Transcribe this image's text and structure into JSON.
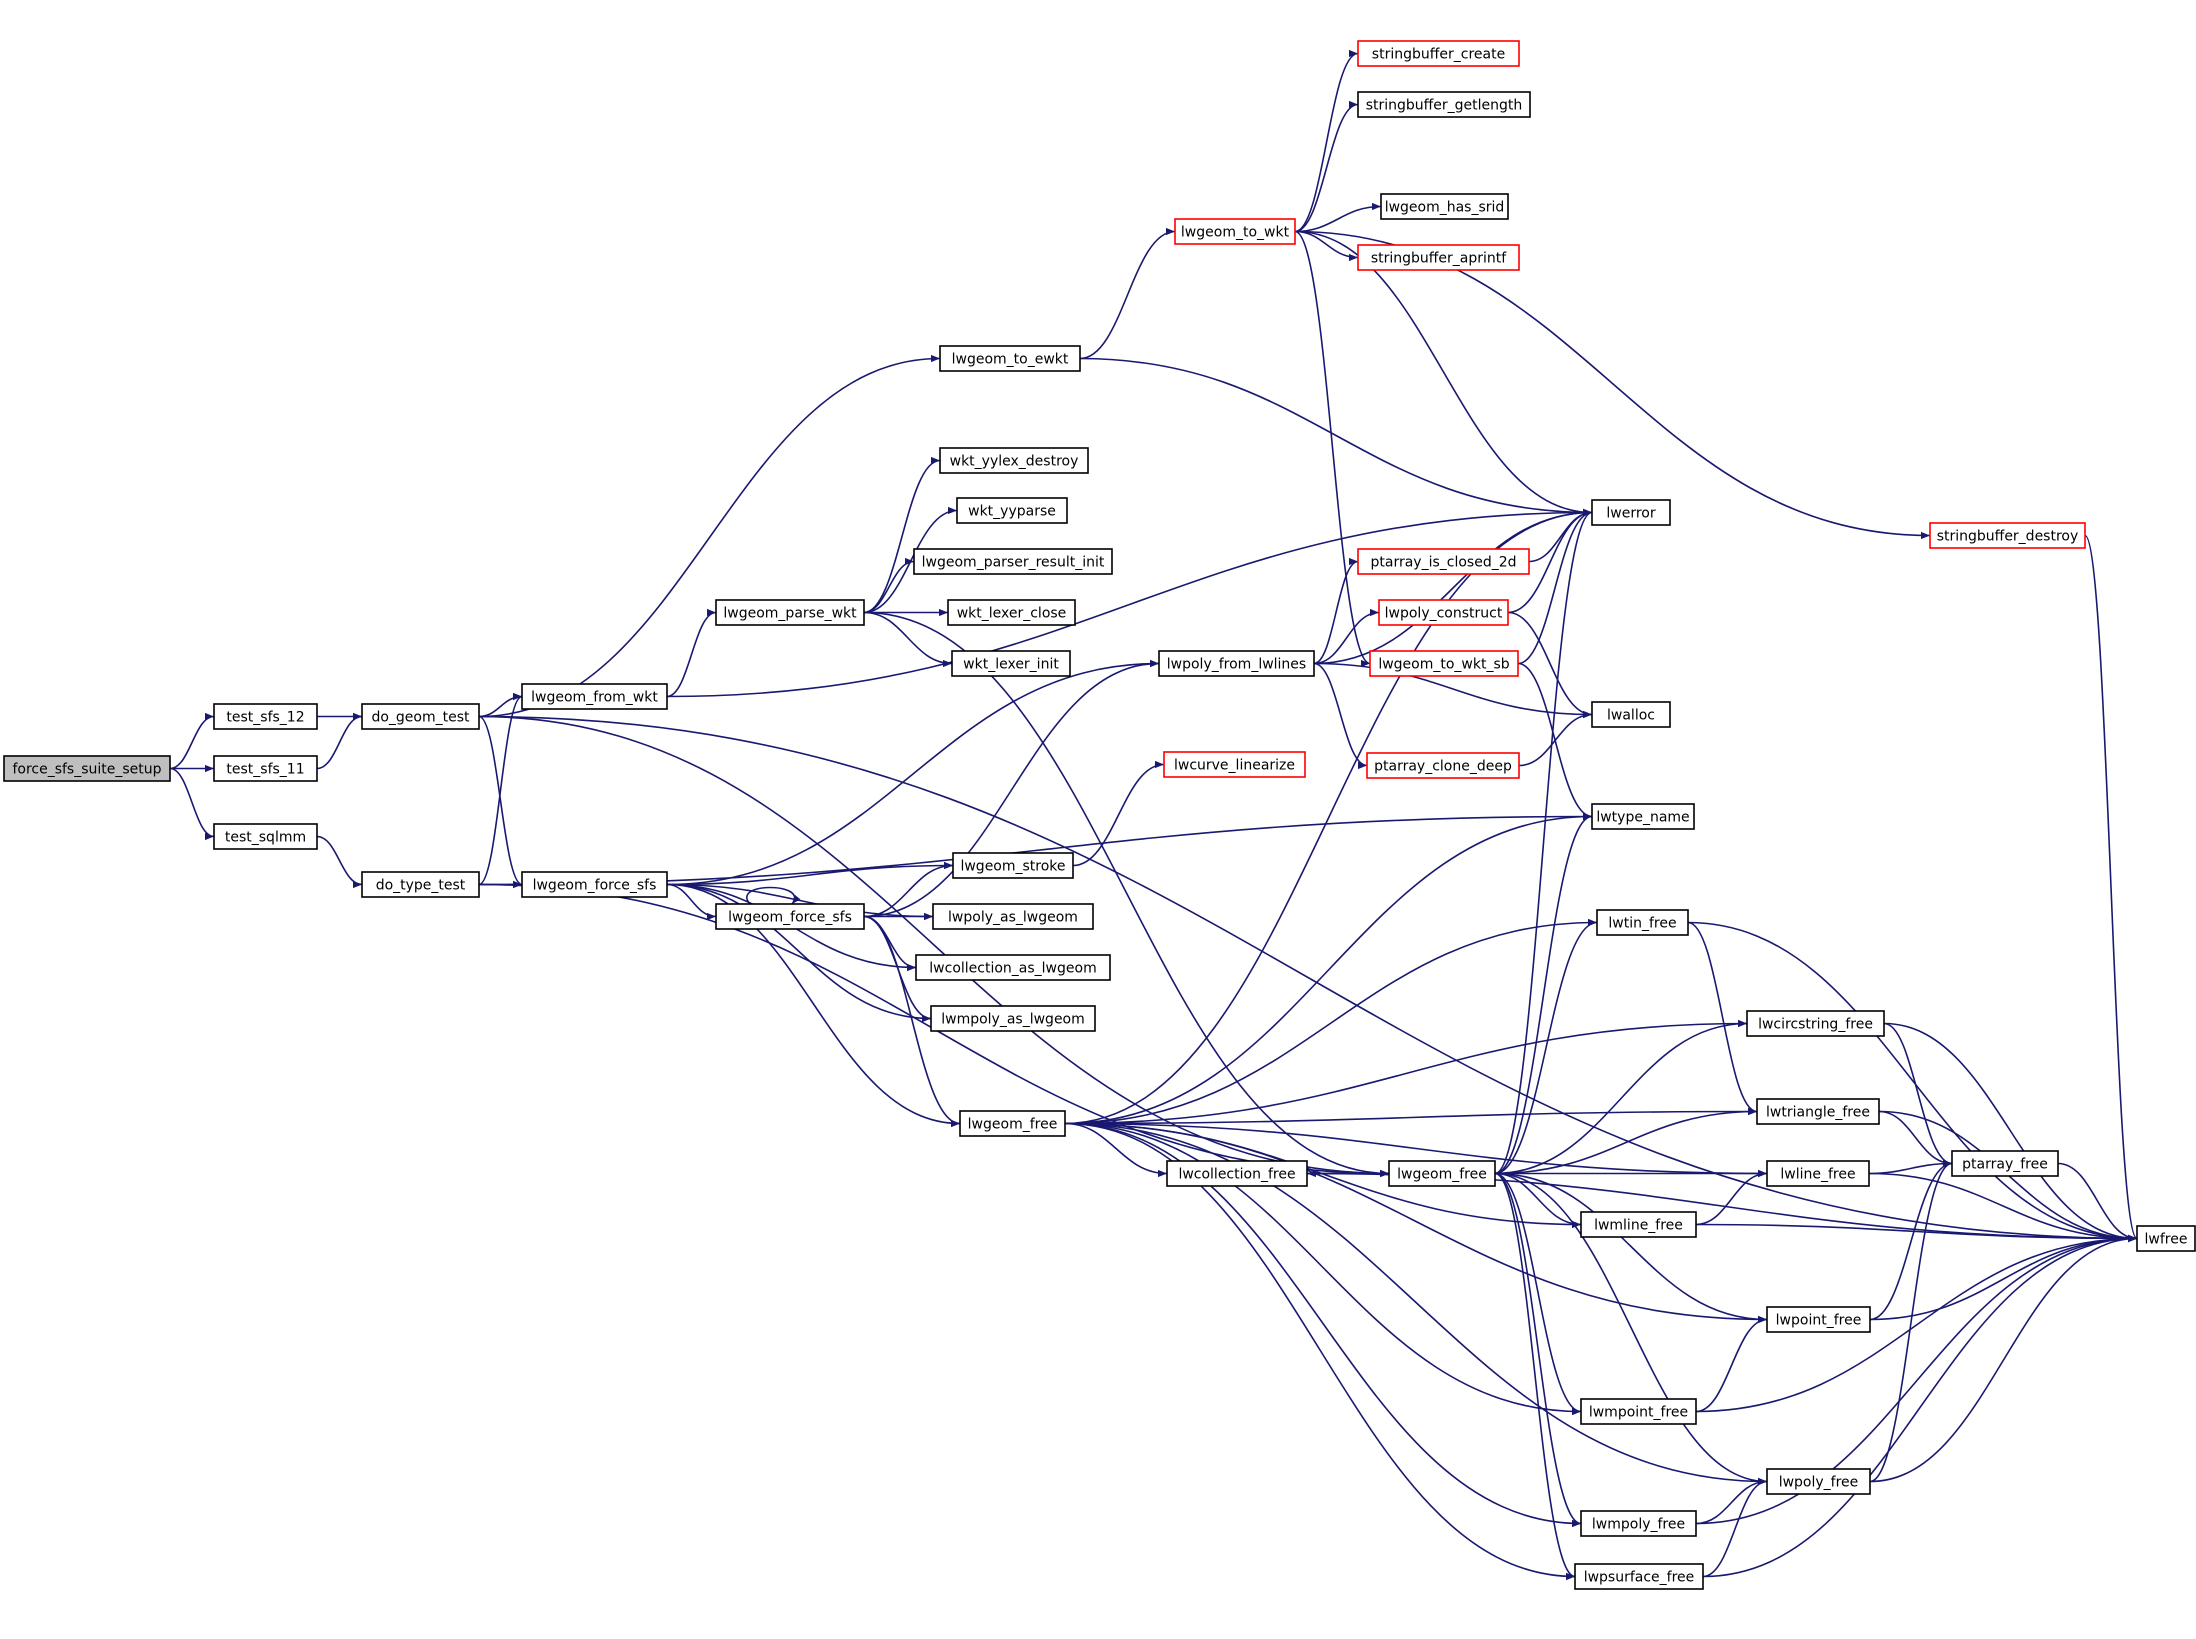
{
  "graph": {
    "colors": {
      "edge": "#191970",
      "node_border": "#000000",
      "node_border_incomplete": "#ff0000",
      "root_fill": "#bfbfbf",
      "node_fill": "#ffffff"
    },
    "nodes": [
      {
        "id": "force_sfs_suite_setup",
        "label": "force_sfs_suite_setup",
        "root": true
      },
      {
        "id": "test_sfs_12",
        "label": "test_sfs_12"
      },
      {
        "id": "test_sfs_11",
        "label": "test_sfs_11"
      },
      {
        "id": "test_sqlmm",
        "label": "test_sqlmm"
      },
      {
        "id": "do_geom_test",
        "label": "do_geom_test"
      },
      {
        "id": "do_type_test",
        "label": "do_type_test"
      },
      {
        "id": "lwgeom_from_wkt",
        "label": "lwgeom_from_wkt"
      },
      {
        "id": "lwgeom_force_sfs_1",
        "label": "lwgeom_force_sfs"
      },
      {
        "id": "lwgeom_to_ewkt",
        "label": "lwgeom_to_ewkt"
      },
      {
        "id": "lwgeom_parse_wkt",
        "label": "lwgeom_parse_wkt"
      },
      {
        "id": "lwgeom_force_sfs_2",
        "label": "lwgeom_force_sfs"
      },
      {
        "id": "wkt_yylex_destroy",
        "label": "wkt_yylex_destroy"
      },
      {
        "id": "wkt_yyparse",
        "label": "wkt_yyparse"
      },
      {
        "id": "lwgeom_parser_result_init",
        "label": "lwgeom_parser_result_init"
      },
      {
        "id": "wkt_lexer_close",
        "label": "wkt_lexer_close"
      },
      {
        "id": "wkt_lexer_init",
        "label": "wkt_lexer_init"
      },
      {
        "id": "lwgeom_stroke",
        "label": "lwgeom_stroke"
      },
      {
        "id": "lwpoly_as_lwgeom",
        "label": "lwpoly_as_lwgeom"
      },
      {
        "id": "lwcollection_as_lwgeom",
        "label": "lwcollection_as_lwgeom"
      },
      {
        "id": "lwmpoly_as_lwgeom",
        "label": "lwmpoly_as_lwgeom"
      },
      {
        "id": "lwgeom_free_1",
        "label": "lwgeom_free"
      },
      {
        "id": "lwgeom_to_wkt",
        "label": "lwgeom_to_wkt",
        "incomplete": true
      },
      {
        "id": "stringbuffer_create",
        "label": "stringbuffer_create",
        "incomplete": true
      },
      {
        "id": "stringbuffer_getlength",
        "label": "stringbuffer_getlength"
      },
      {
        "id": "lwgeom_has_srid",
        "label": "lwgeom_has_srid"
      },
      {
        "id": "stringbuffer_aprintf",
        "label": "stringbuffer_aprintf",
        "incomplete": true
      },
      {
        "id": "lwpoly_from_lwlines",
        "label": "lwpoly_from_lwlines"
      },
      {
        "id": "lwcurve_linearize",
        "label": "lwcurve_linearize",
        "incomplete": true
      },
      {
        "id": "lwcollection_free",
        "label": "lwcollection_free"
      },
      {
        "id": "lwgeom_free_2",
        "label": "lwgeom_free"
      },
      {
        "id": "lwerror",
        "label": "lwerror"
      },
      {
        "id": "ptarray_is_closed_2d",
        "label": "ptarray_is_closed_2d",
        "incomplete": true
      },
      {
        "id": "lwpoly_construct",
        "label": "lwpoly_construct",
        "incomplete": true
      },
      {
        "id": "lwgeom_to_wkt_sb",
        "label": "lwgeom_to_wkt_sb",
        "incomplete": true
      },
      {
        "id": "lwalloc",
        "label": "lwalloc"
      },
      {
        "id": "ptarray_clone_deep",
        "label": "ptarray_clone_deep",
        "incomplete": true
      },
      {
        "id": "lwtype_name",
        "label": "lwtype_name"
      },
      {
        "id": "lwtin_free",
        "label": "lwtin_free"
      },
      {
        "id": "lwcircstring_free",
        "label": "lwcircstring_free"
      },
      {
        "id": "lwtriangle_free",
        "label": "lwtriangle_free"
      },
      {
        "id": "lwline_free",
        "label": "lwline_free"
      },
      {
        "id": "lwmline_free",
        "label": "lwmline_free"
      },
      {
        "id": "lwpoint_free",
        "label": "lwpoint_free"
      },
      {
        "id": "lwmpoint_free",
        "label": "lwmpoint_free"
      },
      {
        "id": "lwpoly_free",
        "label": "lwpoly_free"
      },
      {
        "id": "lwmpoly_free",
        "label": "lwmpoly_free"
      },
      {
        "id": "lwpsurface_free",
        "label": "lwpsurface_free"
      },
      {
        "id": "stringbuffer_destroy",
        "label": "stringbuffer_destroy",
        "incomplete": true
      },
      {
        "id": "ptarray_free",
        "label": "ptarray_free"
      },
      {
        "id": "lwfree",
        "label": "lwfree"
      }
    ],
    "edges": [
      [
        "force_sfs_suite_setup",
        "test_sfs_12"
      ],
      [
        "force_sfs_suite_setup",
        "test_sfs_11"
      ],
      [
        "force_sfs_suite_setup",
        "test_sqlmm"
      ],
      [
        "test_sfs_12",
        "do_geom_test"
      ],
      [
        "test_sfs_11",
        "do_geom_test"
      ],
      [
        "test_sqlmm",
        "do_type_test"
      ],
      [
        "do_geom_test",
        "lwgeom_from_wkt"
      ],
      [
        "do_geom_test",
        "lwgeom_force_sfs_1"
      ],
      [
        "do_geom_test",
        "lwgeom_to_ewkt"
      ],
      [
        "do_geom_test",
        "lwgeom_free_2"
      ],
      [
        "do_geom_test",
        "lwfree"
      ],
      [
        "do_type_test",
        "lwgeom_from_wkt"
      ],
      [
        "do_type_test",
        "lwgeom_force_sfs_1"
      ],
      [
        "do_type_test",
        "lwtype_name"
      ],
      [
        "do_type_test",
        "lwgeom_free_2"
      ],
      [
        "lwgeom_from_wkt",
        "lwgeom_parse_wkt"
      ],
      [
        "lwgeom_from_wkt",
        "lwerror"
      ],
      [
        "lwgeom_to_ewkt",
        "lwgeom_to_wkt"
      ],
      [
        "lwgeom_to_ewkt",
        "lwerror"
      ],
      [
        "lwgeom_parse_wkt",
        "wkt_yylex_destroy"
      ],
      [
        "lwgeom_parse_wkt",
        "wkt_yyparse"
      ],
      [
        "lwgeom_parse_wkt",
        "lwgeom_parser_result_init"
      ],
      [
        "lwgeom_parse_wkt",
        "wkt_lexer_close"
      ],
      [
        "lwgeom_parse_wkt",
        "wkt_lexer_init"
      ],
      [
        "lwgeom_parse_wkt",
        "lwgeom_free_2"
      ],
      [
        "lwgeom_force_sfs_1",
        "lwgeom_force_sfs_2"
      ],
      [
        "lwgeom_force_sfs_1",
        "lwgeom_stroke"
      ],
      [
        "lwgeom_force_sfs_1",
        "lwpoly_as_lwgeom"
      ],
      [
        "lwgeom_force_sfs_1",
        "lwcollection_as_lwgeom"
      ],
      [
        "lwgeom_force_sfs_1",
        "lwmpoly_as_lwgeom"
      ],
      [
        "lwgeom_force_sfs_1",
        "lwgeom_free_1"
      ],
      [
        "lwgeom_force_sfs_1",
        "lwpoly_from_lwlines"
      ],
      [
        "lwgeom_force_sfs_2",
        "lwgeom_force_sfs_2"
      ],
      [
        "lwgeom_force_sfs_2",
        "lwgeom_stroke"
      ],
      [
        "lwgeom_force_sfs_2",
        "lwpoly_as_lwgeom"
      ],
      [
        "lwgeom_force_sfs_2",
        "lwcollection_as_lwgeom"
      ],
      [
        "lwgeom_force_sfs_2",
        "lwmpoly_as_lwgeom"
      ],
      [
        "lwgeom_force_sfs_2",
        "lwgeom_free_1"
      ],
      [
        "lwgeom_force_sfs_2",
        "lwpoly_from_lwlines"
      ],
      [
        "lwgeom_stroke",
        "lwcurve_linearize"
      ],
      [
        "lwgeom_to_wkt",
        "stringbuffer_create"
      ],
      [
        "lwgeom_to_wkt",
        "stringbuffer_getlength"
      ],
      [
        "lwgeom_to_wkt",
        "lwgeom_has_srid"
      ],
      [
        "lwgeom_to_wkt",
        "stringbuffer_aprintf"
      ],
      [
        "lwgeom_to_wkt",
        "stringbuffer_destroy"
      ],
      [
        "lwgeom_to_wkt",
        "lwerror"
      ],
      [
        "lwgeom_to_wkt",
        "lwgeom_to_wkt_sb"
      ],
      [
        "lwpoly_from_lwlines",
        "lwerror"
      ],
      [
        "lwpoly_from_lwlines",
        "ptarray_is_closed_2d"
      ],
      [
        "lwpoly_from_lwlines",
        "lwpoly_construct"
      ],
      [
        "lwpoly_from_lwlines",
        "lwalloc"
      ],
      [
        "lwpoly_from_lwlines",
        "ptarray_clone_deep"
      ],
      [
        "ptarray_is_closed_2d",
        "lwerror"
      ],
      [
        "lwpoly_construct",
        "lwerror"
      ],
      [
        "lwpoly_construct",
        "lwalloc"
      ],
      [
        "lwgeom_to_wkt_sb",
        "lwerror"
      ],
      [
        "lwgeom_to_wkt_sb",
        "lwtype_name"
      ],
      [
        "ptarray_clone_deep",
        "lwalloc"
      ],
      [
        "stringbuffer_destroy",
        "lwfree"
      ],
      [
        "lwgeom_free_1",
        "lwerror"
      ],
      [
        "lwgeom_free_1",
        "lwtype_name"
      ],
      [
        "lwgeom_free_1",
        "lwtin_free"
      ],
      [
        "lwgeom_free_1",
        "lwcircstring_free"
      ],
      [
        "lwgeom_free_1",
        "lwtriangle_free"
      ],
      [
        "lwgeom_free_1",
        "lwline_free"
      ],
      [
        "lwgeom_free_1",
        "lwcollection_free"
      ],
      [
        "lwgeom_free_1",
        "lwmline_free"
      ],
      [
        "lwgeom_free_1",
        "lwpoint_free"
      ],
      [
        "lwgeom_free_1",
        "lwmpoint_free"
      ],
      [
        "lwgeom_free_1",
        "lwpoly_free"
      ],
      [
        "lwgeom_free_1",
        "lwmpoly_free"
      ],
      [
        "lwgeom_free_1",
        "lwpsurface_free"
      ],
      [
        "lwcollection_free",
        "lwgeom_free_2"
      ],
      [
        "lwcollection_free",
        "lwfree"
      ],
      [
        "lwgeom_free_2",
        "lwcollection_free"
      ],
      [
        "lwgeom_free_2",
        "lwerror"
      ],
      [
        "lwgeom_free_2",
        "lwtype_name"
      ],
      [
        "lwgeom_free_2",
        "lwtin_free"
      ],
      [
        "lwgeom_free_2",
        "lwcircstring_free"
      ],
      [
        "lwgeom_free_2",
        "lwtriangle_free"
      ],
      [
        "lwgeom_free_2",
        "lwline_free"
      ],
      [
        "lwgeom_free_2",
        "lwmline_free"
      ],
      [
        "lwgeom_free_2",
        "lwpoint_free"
      ],
      [
        "lwgeom_free_2",
        "lwmpoint_free"
      ],
      [
        "lwgeom_free_2",
        "lwpoly_free"
      ],
      [
        "lwgeom_free_2",
        "lwmpoly_free"
      ],
      [
        "lwgeom_free_2",
        "lwpsurface_free"
      ],
      [
        "lwtin_free",
        "lwtriangle_free"
      ],
      [
        "lwtin_free",
        "lwfree"
      ],
      [
        "lwcircstring_free",
        "ptarray_free"
      ],
      [
        "lwcircstring_free",
        "lwfree"
      ],
      [
        "lwtriangle_free",
        "ptarray_free"
      ],
      [
        "lwtriangle_free",
        "lwfree"
      ],
      [
        "lwline_free",
        "ptarray_free"
      ],
      [
        "lwline_free",
        "lwfree"
      ],
      [
        "lwmline_free",
        "lwline_free"
      ],
      [
        "lwmline_free",
        "lwfree"
      ],
      [
        "lwpoint_free",
        "ptarray_free"
      ],
      [
        "lwpoint_free",
        "lwfree"
      ],
      [
        "lwmpoint_free",
        "lwpoint_free"
      ],
      [
        "lwmpoint_free",
        "lwfree"
      ],
      [
        "lwpoly_free",
        "ptarray_free"
      ],
      [
        "lwpoly_free",
        "lwfree"
      ],
      [
        "lwmpoly_free",
        "lwpoly_free"
      ],
      [
        "lwmpoly_free",
        "lwfree"
      ],
      [
        "lwpsurface_free",
        "lwpoly_free"
      ],
      [
        "lwpsurface_free",
        "lwfree"
      ],
      [
        "ptarray_free",
        "lwfree"
      ]
    ]
  }
}
